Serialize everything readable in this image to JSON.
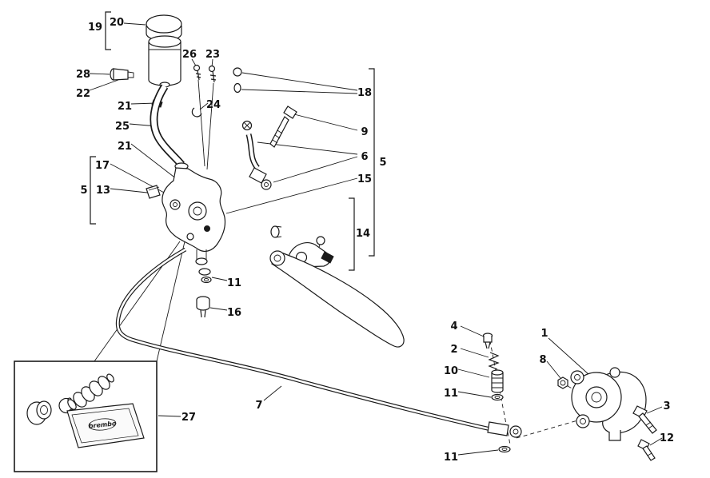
{
  "diagram": {
    "background_color": "#ffffff",
    "line_color": "#1a1a1a",
    "callouts": {
      "1": "1",
      "2": "2",
      "3": "3",
      "4": "4",
      "5": "5",
      "6": "6",
      "7": "7",
      "8": "8",
      "9": "9",
      "10": "10",
      "11": "11",
      "12": "12",
      "13": "13",
      "14": "14",
      "15": "15",
      "16": "16",
      "17": "17",
      "18": "18",
      "19": "19",
      "20": "20",
      "21": "21",
      "22": "22",
      "23": "23",
      "24": "24",
      "25": "25",
      "26": "26",
      "27": "27",
      "28": "28"
    },
    "kit_box": {
      "brand_text": "brembo"
    }
  }
}
